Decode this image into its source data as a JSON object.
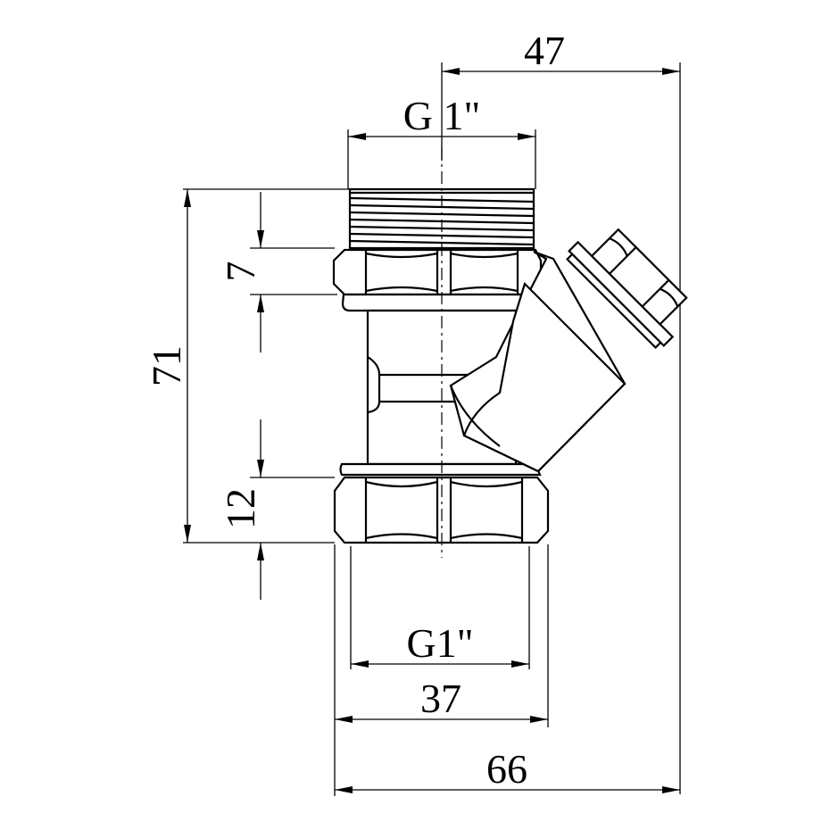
{
  "drawing": {
    "subject": "Y-strainer technical drawing with dimensions",
    "colors": {
      "line": "#000000",
      "background": "#ffffff"
    },
    "dimensions": {
      "overall_width": "66",
      "right_offset": "47",
      "top_thread": "G 1\"",
      "bottom_thread": "G1\"",
      "nut_width": "37",
      "overall_height": "71",
      "upper_nut_height": "7",
      "lower_nut_height": "12"
    }
  }
}
